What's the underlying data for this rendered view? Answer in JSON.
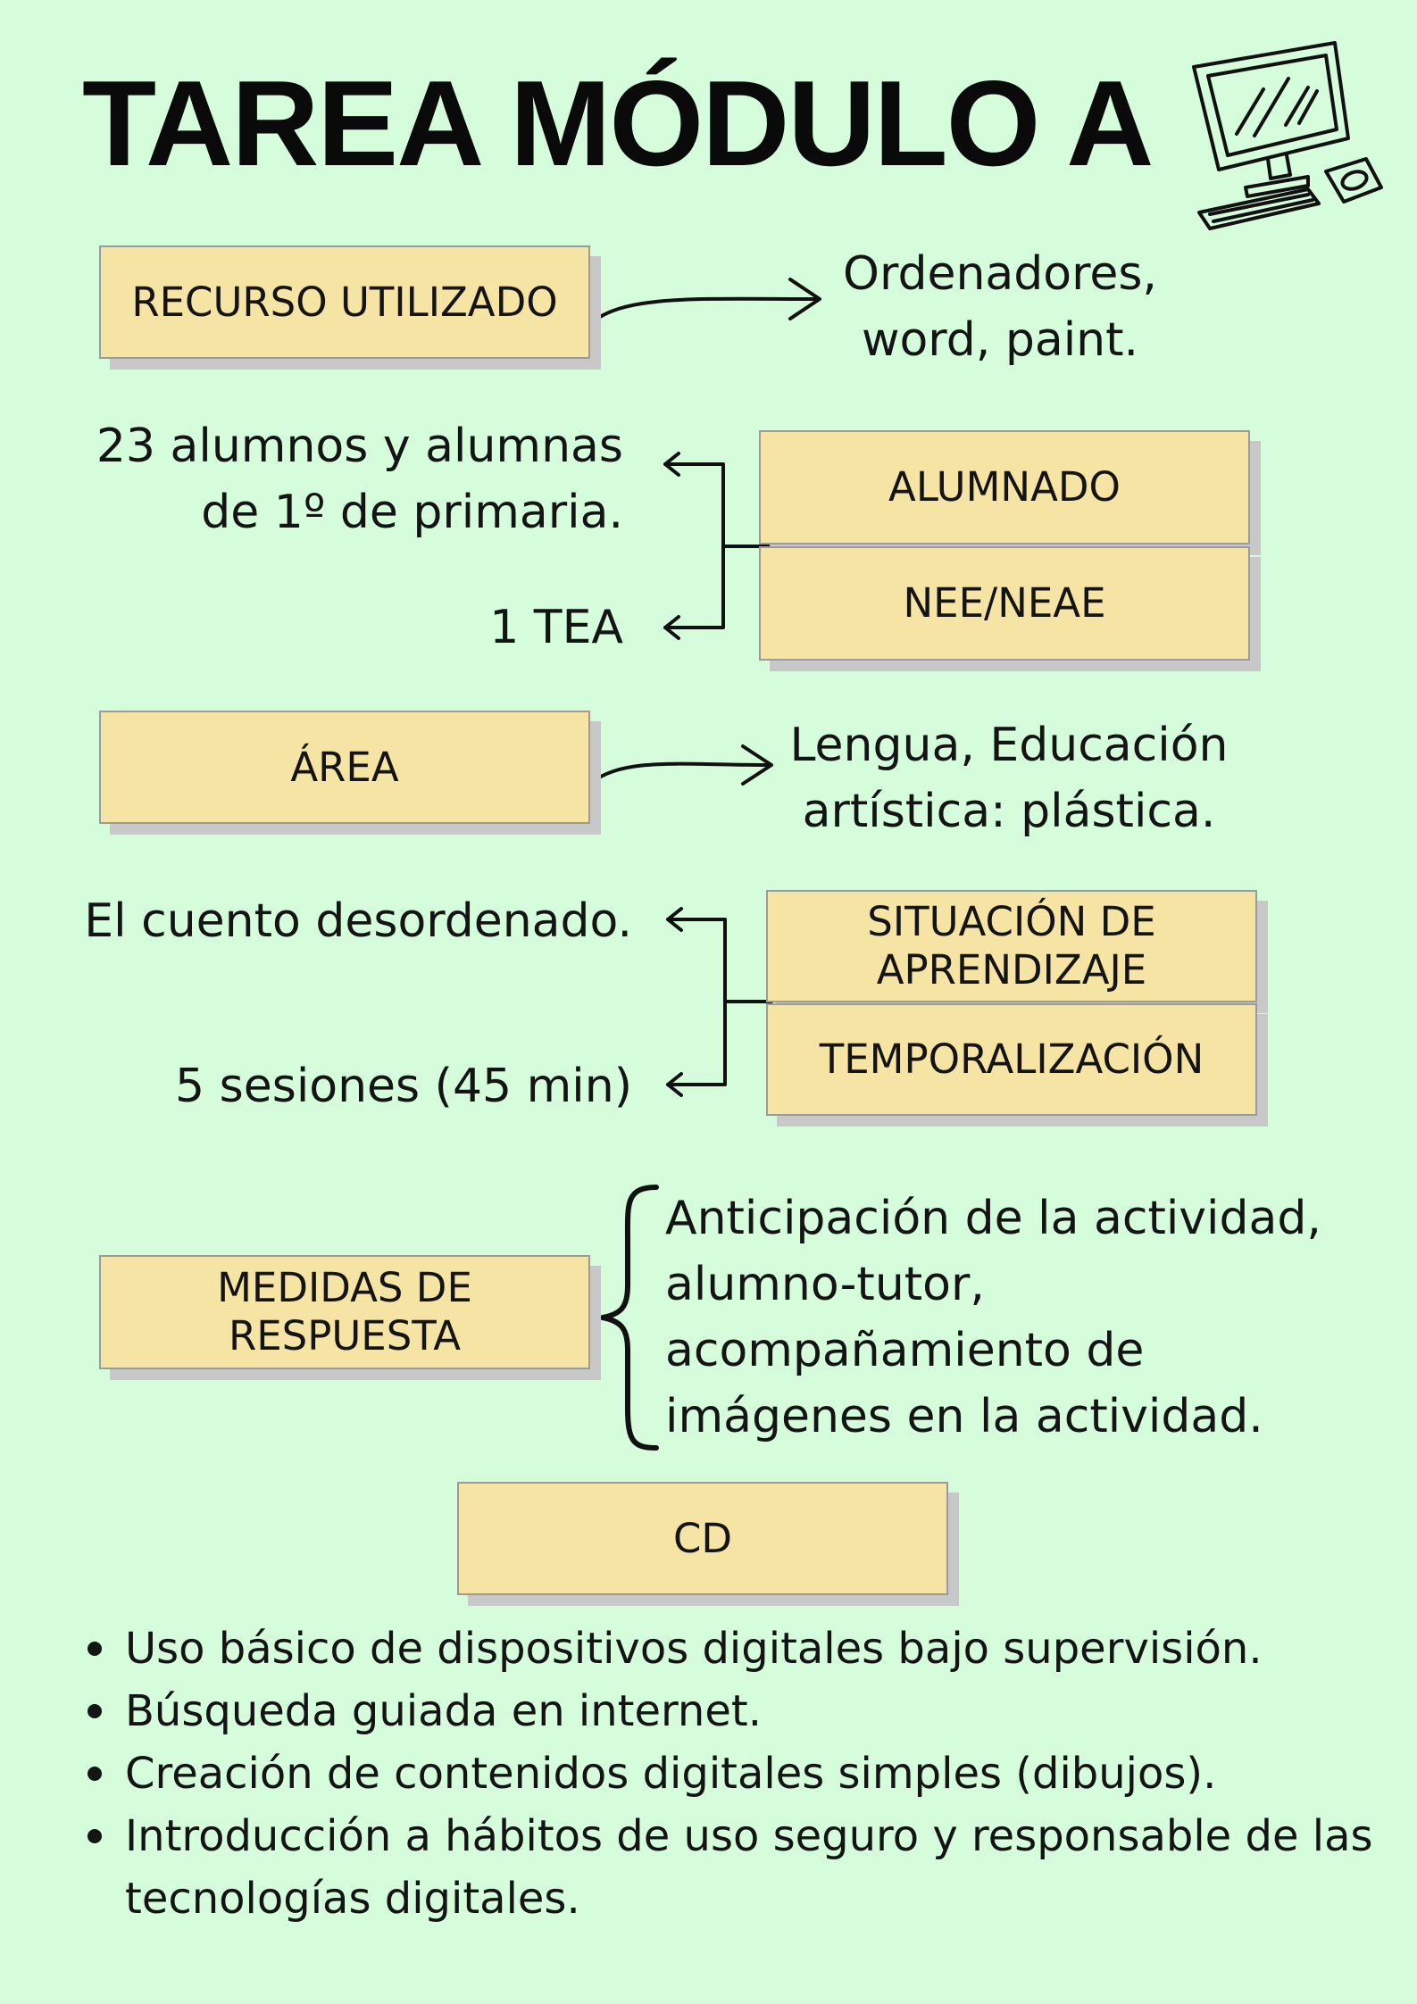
{
  "title": "TAREA MÓDULO A",
  "icons": {
    "computer": "computer-icon"
  },
  "colors": {
    "background": "#d5fcdb",
    "box_fill": "#f6e4a4",
    "box_border": "#9b9b9b",
    "shadow": "#c8c8c8"
  },
  "recurso": {
    "label": "RECURSO UTILIZADO",
    "value_lines": [
      "Ordenadores,",
      "word, paint."
    ]
  },
  "alumnado": {
    "label": "ALUMNADO",
    "value_lines": [
      "23 alumnos y alumnas",
      "de 1º de primaria."
    ]
  },
  "nee": {
    "label": "NEE/NEAE",
    "value": "1 TEA"
  },
  "area": {
    "label": "ÁREA",
    "value_lines": [
      "Lengua, Educación",
      "artística: plástica."
    ]
  },
  "situacion": {
    "label_lines": [
      "SITUACIÓN DE",
      "APRENDIZAJE"
    ],
    "value": "El cuento desordenado."
  },
  "temporalizacion": {
    "label": "TEMPORALIZACIÓN",
    "value": "5 sesiones (45 min)"
  },
  "medidas": {
    "label_lines": [
      "MEDIDAS DE",
      "RESPUESTA"
    ],
    "value_lines": [
      "Anticipación de la actividad,",
      "alumno-tutor,",
      "acompañamiento de",
      "imágenes en la actividad."
    ]
  },
  "cd": {
    "label": "CD",
    "items": [
      "Uso básico de dispositivos digitales bajo supervisión.",
      "Búsqueda guiada en internet.",
      "Creación de contenidos digitales simples (dibujos).",
      "Introducción a hábitos de uso seguro y responsable de las",
      "tecnologías digitales."
    ]
  }
}
